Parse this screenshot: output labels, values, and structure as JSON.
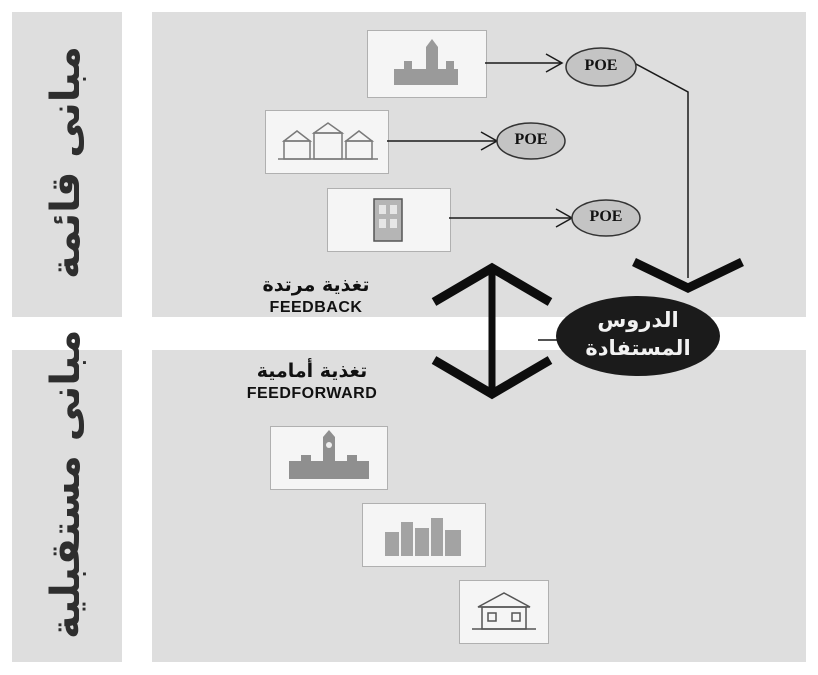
{
  "left_labels": {
    "existing": "مبانى قائمة",
    "future": "مبانى مستقبلية"
  },
  "poe": [
    "POE",
    "POE",
    "POE"
  ],
  "feedback": {
    "arabic": "تغذية مرتدة",
    "english": "FEEDBACK"
  },
  "feedforward": {
    "arabic": "تغذية أمامية",
    "english": "FEEDFORWARD"
  },
  "lessons_learned": {
    "line1": "الدروس",
    "line2": "المستفادة"
  },
  "icons": {
    "existing": [
      "tower-building-icon",
      "houses-icon",
      "tall-building-icon"
    ],
    "future": [
      "clock-tower-building-icon",
      "city-skyline-icon",
      "house-icon"
    ]
  }
}
